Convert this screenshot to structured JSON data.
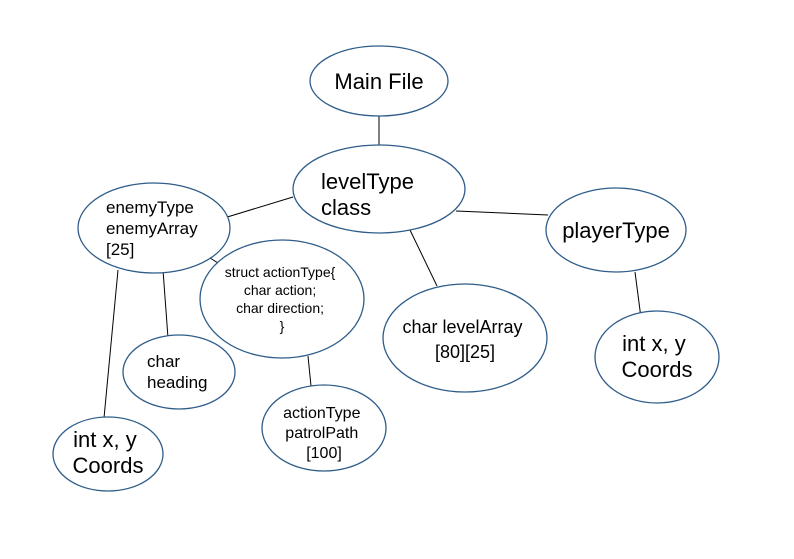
{
  "diagram": {
    "nodes": [
      {
        "id": "main-file",
        "lines": [
          "Main File"
        ]
      },
      {
        "id": "leveltype-class",
        "lines": [
          "levelType",
          "class"
        ]
      },
      {
        "id": "enemy-array",
        "lines": [
          "enemyType",
          "enemyArray",
          "[25]"
        ]
      },
      {
        "id": "action-type-struct",
        "lines": [
          "struct actionType{",
          "char action;",
          "char direction;",
          "}"
        ]
      },
      {
        "id": "player-type",
        "lines": [
          "playerType"
        ]
      },
      {
        "id": "char-level-array",
        "lines": [
          "char levelArray",
          "[80][25]"
        ]
      },
      {
        "id": "char-heading",
        "lines": [
          "char",
          "heading"
        ]
      },
      {
        "id": "patrol-path",
        "lines": [
          "actionType",
          "patrolPath",
          "[100]"
        ]
      },
      {
        "id": "enemy-coords",
        "lines": [
          "int x, y",
          "Coords"
        ]
      },
      {
        "id": "player-coords",
        "lines": [
          "int x, y",
          "Coords"
        ]
      }
    ],
    "edges": [
      {
        "from": "main-file",
        "to": "leveltype-class"
      },
      {
        "from": "leveltype-class",
        "to": "enemy-array"
      },
      {
        "from": "leveltype-class",
        "to": "player-type"
      },
      {
        "from": "leveltype-class",
        "to": "char-level-array"
      },
      {
        "from": "enemy-array",
        "to": "action-type-struct"
      },
      {
        "from": "enemy-array",
        "to": "char-heading"
      },
      {
        "from": "enemy-array",
        "to": "enemy-coords"
      },
      {
        "from": "action-type-struct",
        "to": "patrol-path"
      },
      {
        "from": "player-type",
        "to": "player-coords"
      }
    ],
    "colors": {
      "node_stroke": "#2f5d8a",
      "edge": "#000000",
      "background": "#ffffff"
    }
  }
}
